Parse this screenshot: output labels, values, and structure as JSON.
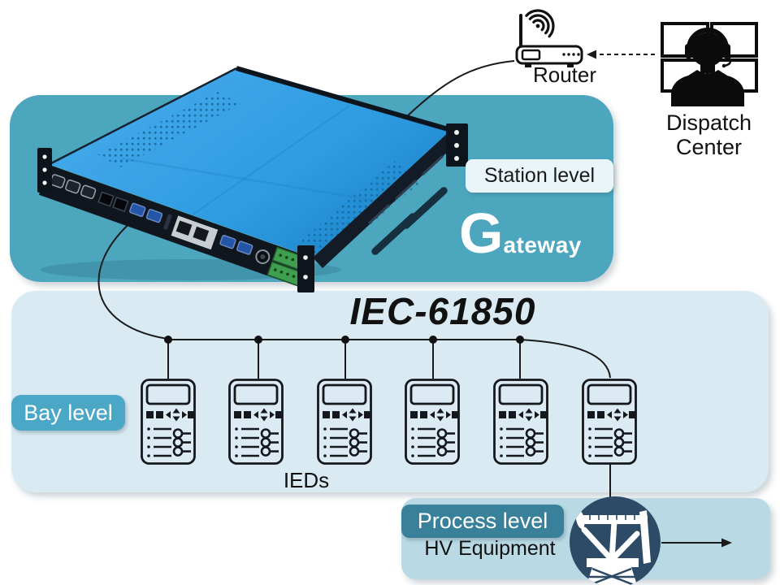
{
  "diagram": {
    "router_label": "Router",
    "dispatch_center_label": "Dispatch Center",
    "station": {
      "badge": "Station level",
      "gateway_initial": "G",
      "gateway_rest": "ateway"
    },
    "bus_label": "IEC-61850",
    "bay": {
      "badge": "Bay level",
      "ieds_label": "IEDs",
      "ied_count": 6,
      "bus_tap_count": 5
    },
    "process": {
      "badge": "Process level",
      "hv_label": "HV Equipment"
    }
  },
  "colors": {
    "station_container": "#4BA6BE",
    "bay_container": "#D9EAF2",
    "process_container": "#B9D9E5",
    "station_badge_bg": "#EAF5F9",
    "bay_badge_bg": "#4BA7C6",
    "process_badge_bg": "#39809B",
    "device_top_blue": "#2E9CE1",
    "hv_circle_navy": "#2D4A66",
    "line_black": "#1A1A1A"
  }
}
